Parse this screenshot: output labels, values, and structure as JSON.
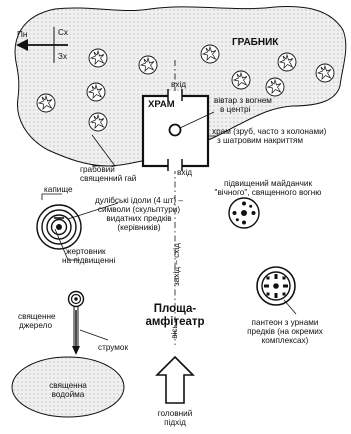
{
  "compass": {
    "north": "Пн",
    "east": "Сх",
    "west": "Зх"
  },
  "grove": {
    "title": "ГРАБНИК",
    "label_line1": "грабовий",
    "label_line2": "священний гай"
  },
  "temple": {
    "title": "ХРАМ",
    "entrance_top": "вхід",
    "entrance_bottom": "вхід",
    "altar_line1": "вівтар з вогнем",
    "altar_line2": "в центрі",
    "desc_line1": "храм (зруб, часто з колонами)",
    "desc_line2": "з шатровим накриттям"
  },
  "axis": {
    "label": "вісь",
    "direction": "захід – схід"
  },
  "sanctuary": {
    "kapyshche": "капище",
    "idols_line1": "дулібські ідоли (4 шт) –",
    "idols_line2": "символи (скульптури)",
    "idols_line3": "видатних предків",
    "idols_line4": "(керівників)",
    "altar_line1": "жертовник",
    "altar_line2": "на підвищенні"
  },
  "fire_platform": {
    "line1": "підвищений майданчик",
    "line2": "\"вічного\", священного вогню"
  },
  "amphitheatre": {
    "line1": "Площа-",
    "line2": "амфітеатр"
  },
  "pantheon": {
    "line1": "пантеон з урнами",
    "line2": "предків (на окремих",
    "line3": "комплексах)"
  },
  "water": {
    "spring_line1": "священне",
    "spring_line2": "джерело",
    "stream": "струмок",
    "pool_line1": "священна",
    "pool_line2": "водойма"
  },
  "main_entrance": {
    "line1": "головний",
    "line2": "підхід"
  }
}
